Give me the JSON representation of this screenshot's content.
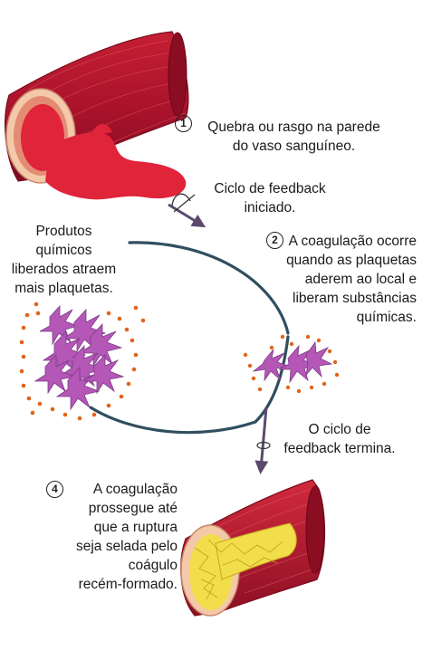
{
  "steps": [
    {
      "number": "1",
      "text_lines": [
        "Quebra ou rasgo na parede",
        "do vaso sanguíneo."
      ]
    },
    {
      "number": "2",
      "text_lines": [
        "A coagulação ocorre",
        "quando as plaquetas",
        "aderem ao local e",
        "liberam substâncias",
        "químicas."
      ]
    },
    {
      "text_lines": [
        "Produtos",
        "químicos",
        "liberados atraem",
        "mais plaquetas."
      ]
    },
    {
      "number": "4",
      "text_lines": [
        "A coagulação",
        "prossegue até",
        "que a ruptura",
        "seja selada pelo",
        "coágulo",
        "recém-formado."
      ]
    }
  ],
  "loop_start": {
    "text_lines": [
      "Ciclo de feedback",
      "iniciado."
    ]
  },
  "loop_end": {
    "text_lines": [
      "O ciclo de",
      "feedback termina."
    ]
  },
  "colors": {
    "cycle": "#2f4f5f",
    "arrow": "#5b4a6e",
    "vessel_wall": "#b8182c",
    "blood": "#e0243a",
    "platelet": "#b457b7",
    "chemical_dot": "#e0641a",
    "clot": "#f2dd4a"
  }
}
